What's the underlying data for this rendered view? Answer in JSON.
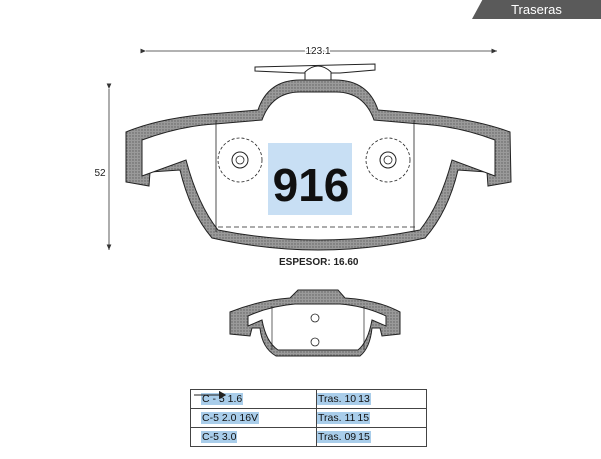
{
  "header": {
    "tab_label": "Traseras"
  },
  "drawing": {
    "width_dimension": "123.1",
    "height_dimension": "52",
    "part_number": "916",
    "thickness_label": "ESPESOR: 16.60"
  },
  "fitments": [
    {
      "model": "C - 5 1.6",
      "tras": "Tras. 10",
      "to": "13"
    },
    {
      "model": "C-5 2.0 16V",
      "tras": "Tras. 11",
      "to": "15"
    },
    {
      "model": "C-5 3.0",
      "tras": "Tras. 09",
      "to": "15"
    }
  ],
  "colors": {
    "tab_bg": "#5a5a5a",
    "highlight": "#a9cdea",
    "part_number_box": "#c8dff4"
  }
}
